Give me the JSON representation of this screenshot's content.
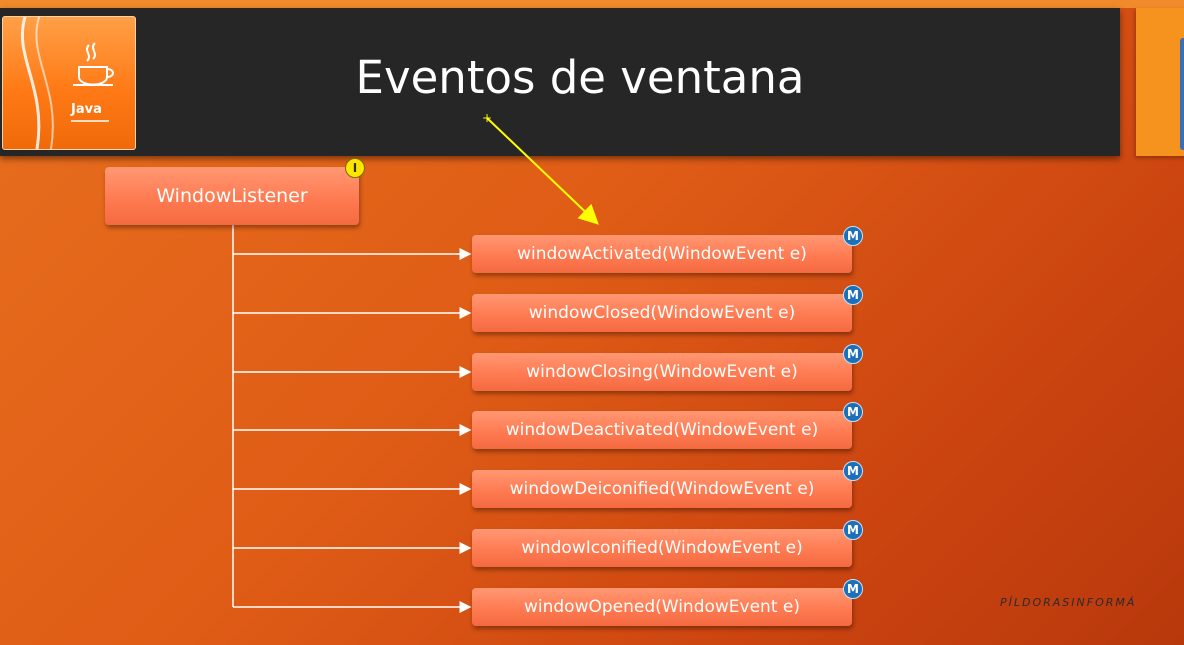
{
  "slide": {
    "title": "Eventos de ventana",
    "logo_text": "Java",
    "watermark": "PÍLDORASINFORMÁ"
  },
  "diagram": {
    "root": {
      "label": "WindowListener",
      "badge": "I"
    },
    "methods": [
      {
        "label": "windowActivated(WindowEvent e)",
        "badge": "M"
      },
      {
        "label": "windowClosed(WindowEvent e)",
        "badge": "M"
      },
      {
        "label": "windowClosing(WindowEvent e)",
        "badge": "M"
      },
      {
        "label": "windowDeactivated(WindowEvent e)",
        "badge": "M"
      },
      {
        "label": "windowDeiconified(WindowEvent e)",
        "badge": "M"
      },
      {
        "label": "windowIconified(WindowEvent e)",
        "badge": "M"
      },
      {
        "label": "windowOpened(WindowEvent e)",
        "badge": "M"
      }
    ]
  },
  "colors": {
    "background": "#df5c16",
    "header": "#262626",
    "node": "#ff7b52",
    "connector": "#ffffff",
    "pointer_arrow": "#ffff00",
    "method_badge": "#1d6fb8",
    "interface_badge": "#ffe600"
  }
}
